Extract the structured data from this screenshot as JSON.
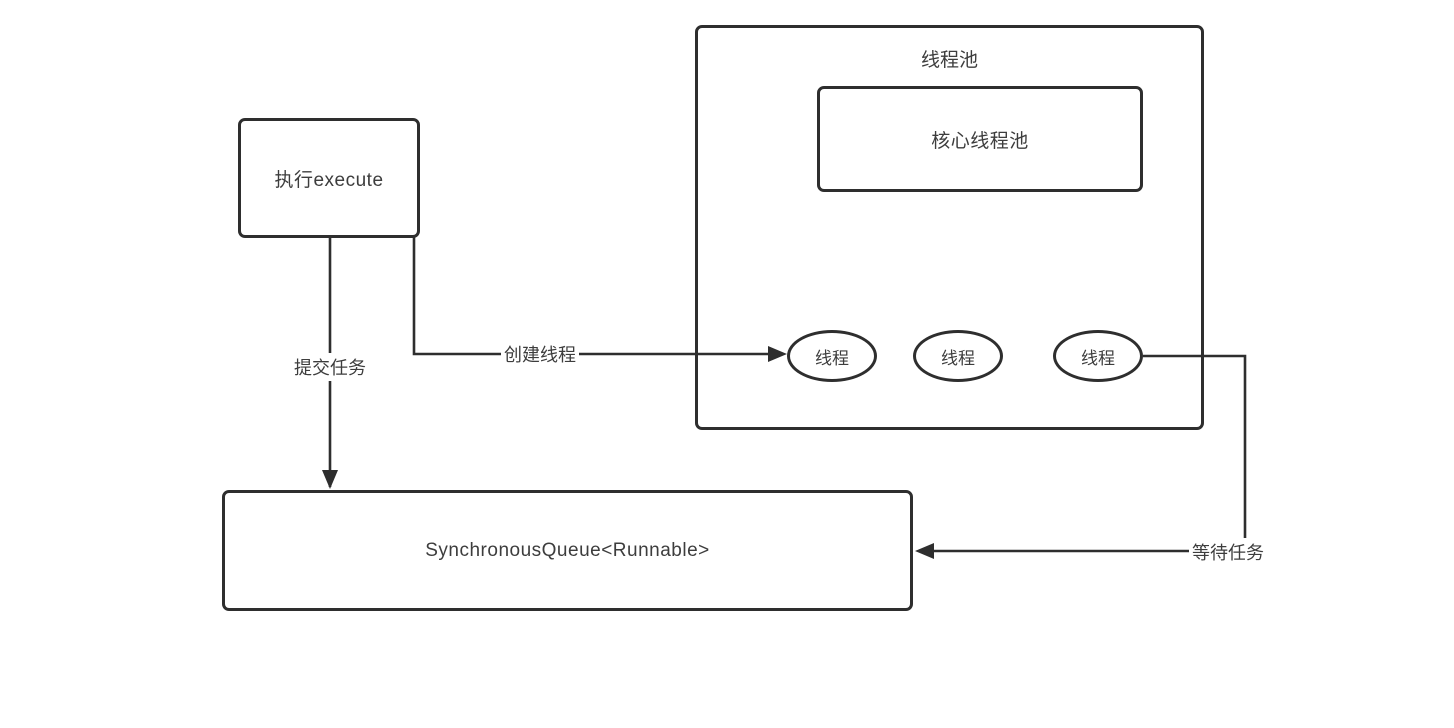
{
  "diagram": {
    "execute_box": {
      "label": "执行execute"
    },
    "pool_box": {
      "title": "线程池"
    },
    "core_box": {
      "label": "核心线程池"
    },
    "threads": [
      {
        "label": "线程"
      },
      {
        "label": "线程"
      },
      {
        "label": "线程"
      }
    ],
    "queue_box": {
      "label": "SynchronousQueue<Runnable>"
    },
    "edges": {
      "submit_task": {
        "label": "提交任务"
      },
      "create_thread": {
        "label": "创建线程"
      },
      "wait_task": {
        "label": "等待任务"
      }
    },
    "colors": {
      "line": "#2e2e2e",
      "text": "#3d3d3d",
      "background": "#ffffff"
    }
  }
}
